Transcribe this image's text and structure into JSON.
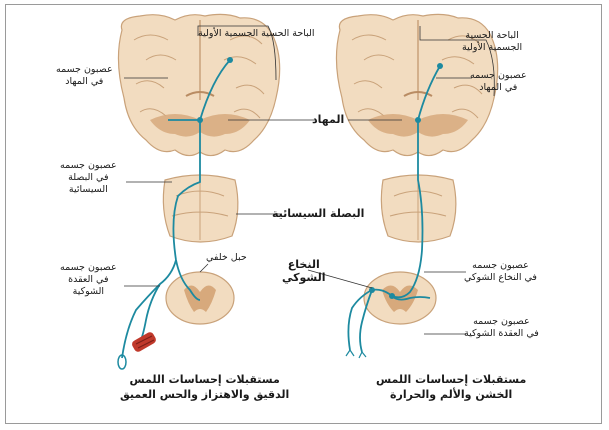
{
  "left_labels": {
    "thalamus_neuron": [
      "عصبون جسمه",
      "في المهاد"
    ],
    "cortex": "الباحة الحسية الجسمية الأولية",
    "medulla_neuron": [
      "عصبون جسمه",
      "في البصلة",
      "السيسائية"
    ],
    "dorsal_column": "حبل خلفي",
    "ganglion_neuron": [
      "عصبون جسمه",
      "في العقدة",
      "الشوكية"
    ],
    "caption": [
      "مستقبلات إحساسات اللمس",
      "الدقيق والاهتزاز والحس العميق"
    ]
  },
  "center_labels": {
    "thalamus": "المهاد",
    "medulla": "البصلة السيسائية",
    "spinal_cord": [
      "النخاع",
      "الشوكي"
    ]
  },
  "right_labels": {
    "cortex": [
      "الباحة الحسية",
      "الجسمية الأولية"
    ],
    "thalamus_neuron": [
      "عصبون جسمه",
      "في المهاد"
    ],
    "cord_neuron": [
      "عصبون جسمه",
      "في النخاع الشوكي"
    ],
    "ganglion_neuron": [
      "عصبون جسمه",
      "في العقدة الشوكية"
    ],
    "caption": [
      "مستقبلات إحساسات اللمس",
      "الخشن والألم والحرارة"
    ]
  },
  "colors": {
    "tissue": "#f2dcc0",
    "gray_matter": "#d7a97c",
    "nerve": "#1d8aa0",
    "receptor": "#c0392b"
  }
}
